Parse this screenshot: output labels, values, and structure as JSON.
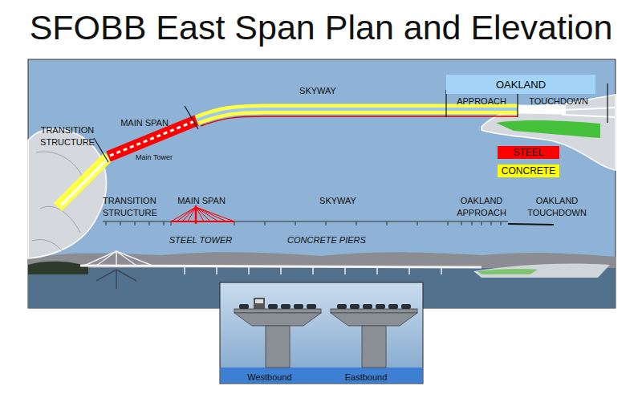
{
  "diagram": {
    "title": "SFOBB East Span Plan and Elevation",
    "nodes": [
      {
        "text": [
          "OAKLAND"
        ]
      }
    ],
    "labels": [
      "SKYWAY",
      "MAIN SPAN",
      "TRANSITION STRUCTURE",
      "Main Tower",
      "APPROACH",
      "TOUCHDOWN",
      "TRANSITION STRUCTURE",
      "MAIN SPAN",
      "SKYWAY",
      "OAKLAND APPROACH",
      "OAKLAND TOUCHDOWN",
      "STEEL TOWER",
      "CONCRETE PIERS",
      "Westbound",
      "Eastbound"
    ],
    "legend": [
      {
        "text": "STEEL",
        "color": "#ff0000"
      },
      {
        "text": "CONCRETE",
        "color": "#ffff00"
      }
    ]
  }
}
